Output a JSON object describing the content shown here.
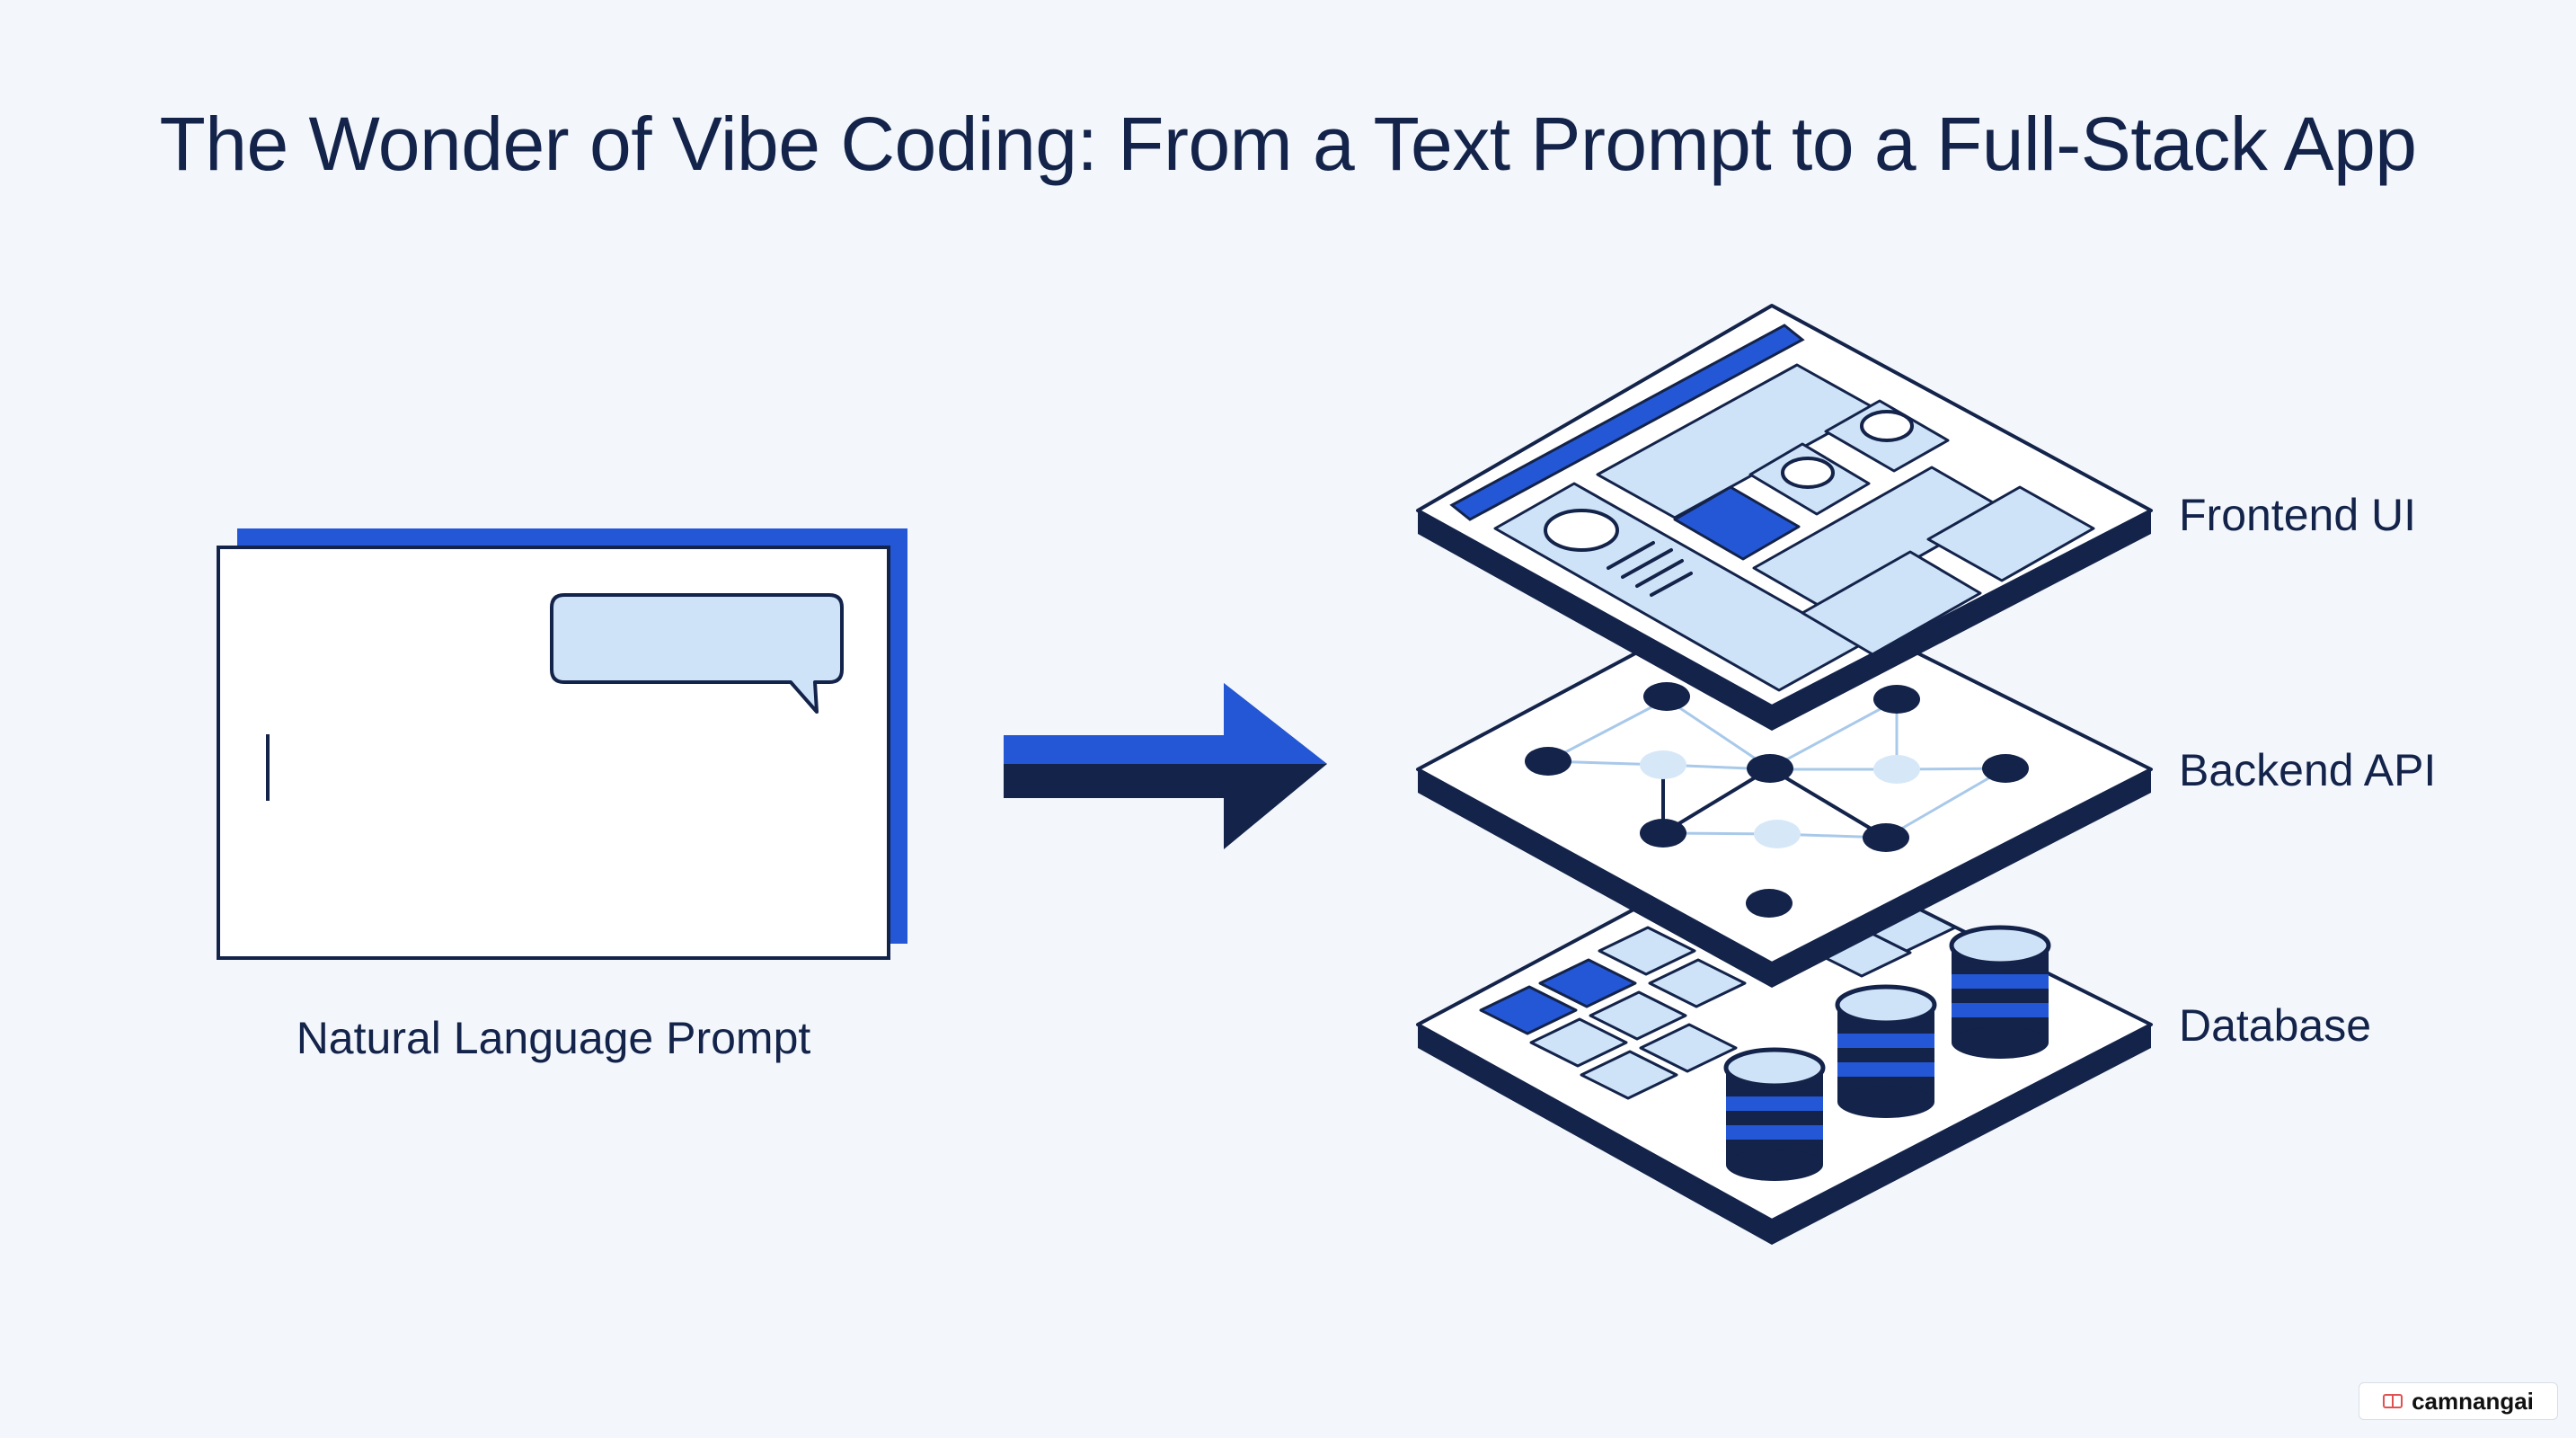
{
  "title": "The Wonder of Vibe Coding: From a Text Prompt to a Full-Stack App",
  "prompt_panel": {
    "label": "Natural Language Prompt"
  },
  "layers": [
    {
      "key": "frontend",
      "label": "Frontend UI"
    },
    {
      "key": "backend",
      "label": "Backend API"
    },
    {
      "key": "database",
      "label": "Database"
    }
  ],
  "watermark": {
    "label": "camnangai",
    "icon": "book-icon"
  },
  "colors": {
    "background": "#f3f7fc",
    "navy": "#13234a",
    "blue": "#2457d6",
    "light_blue": "#cfe3f8",
    "pale_node": "#d6e8f8"
  }
}
